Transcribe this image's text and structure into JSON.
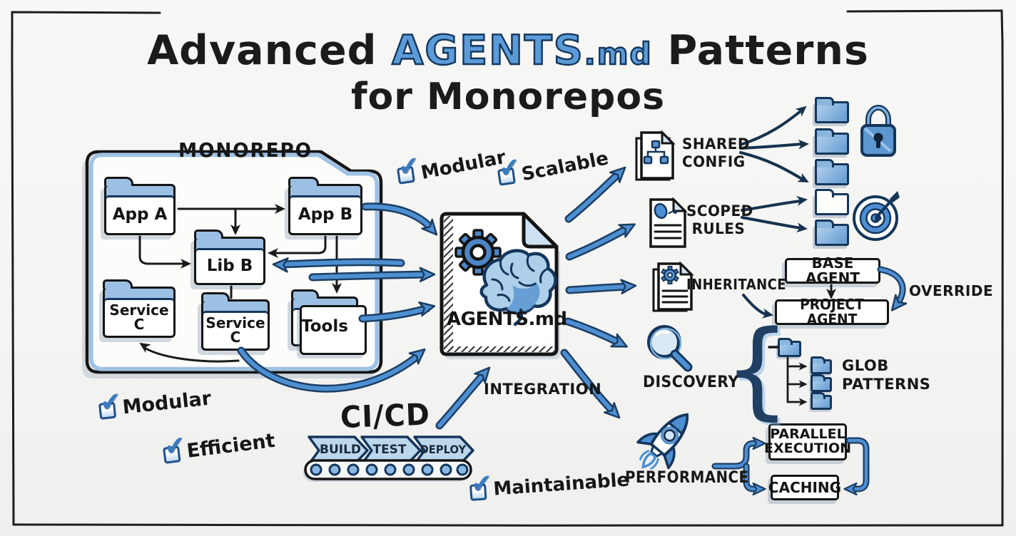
{
  "title": {
    "word1": "Advanced",
    "highlight": "AGENTS",
    "ext": ".md",
    "word2": "Patterns",
    "line2": "for Monorepos"
  },
  "monorepo": {
    "label": "MONOREPO",
    "app_a": "App A",
    "app_b": "App B",
    "lib_b": "Lib B",
    "service_c_left": "Service C",
    "service_c_mid": "Service C",
    "tools": "Tools"
  },
  "agents_doc": {
    "filename": "AGENTS.md"
  },
  "checks": {
    "modular_top": "Modular",
    "scalable": "Scalable",
    "modular_bottom": "Modular",
    "efficient": "Efficient",
    "maintainable": "Maintainable"
  },
  "cicd": {
    "label": "CI/CD",
    "integration": "INTEGRATION",
    "stages": [
      "BUILD",
      "TEST",
      "DEPLOY"
    ]
  },
  "patterns": {
    "shared_config": {
      "line1": "SHARED",
      "line2": "CONFIG"
    },
    "scoped_rules": {
      "line1": "SCOPED",
      "line2": "RULES"
    },
    "inheritance": {
      "label": "INHERITANCE",
      "base": "BASE AGENT",
      "project": "PROJECT AGENT",
      "override": "OVERRIDE"
    },
    "discovery": {
      "label": "DISCOVERY",
      "glob1": "GLOB",
      "glob2": "PATTERNS"
    },
    "performance": {
      "label": "PERFORMANCE",
      "box1a": "PARALLEL",
      "box1b": "EXECUTION",
      "box2": "CACHING"
    }
  },
  "colors": {
    "ink": "#151515",
    "navy": "#16324f",
    "blue": "#4e8fd2",
    "light_blue": "#aecfe9",
    "paper": "#f5f5f3"
  }
}
